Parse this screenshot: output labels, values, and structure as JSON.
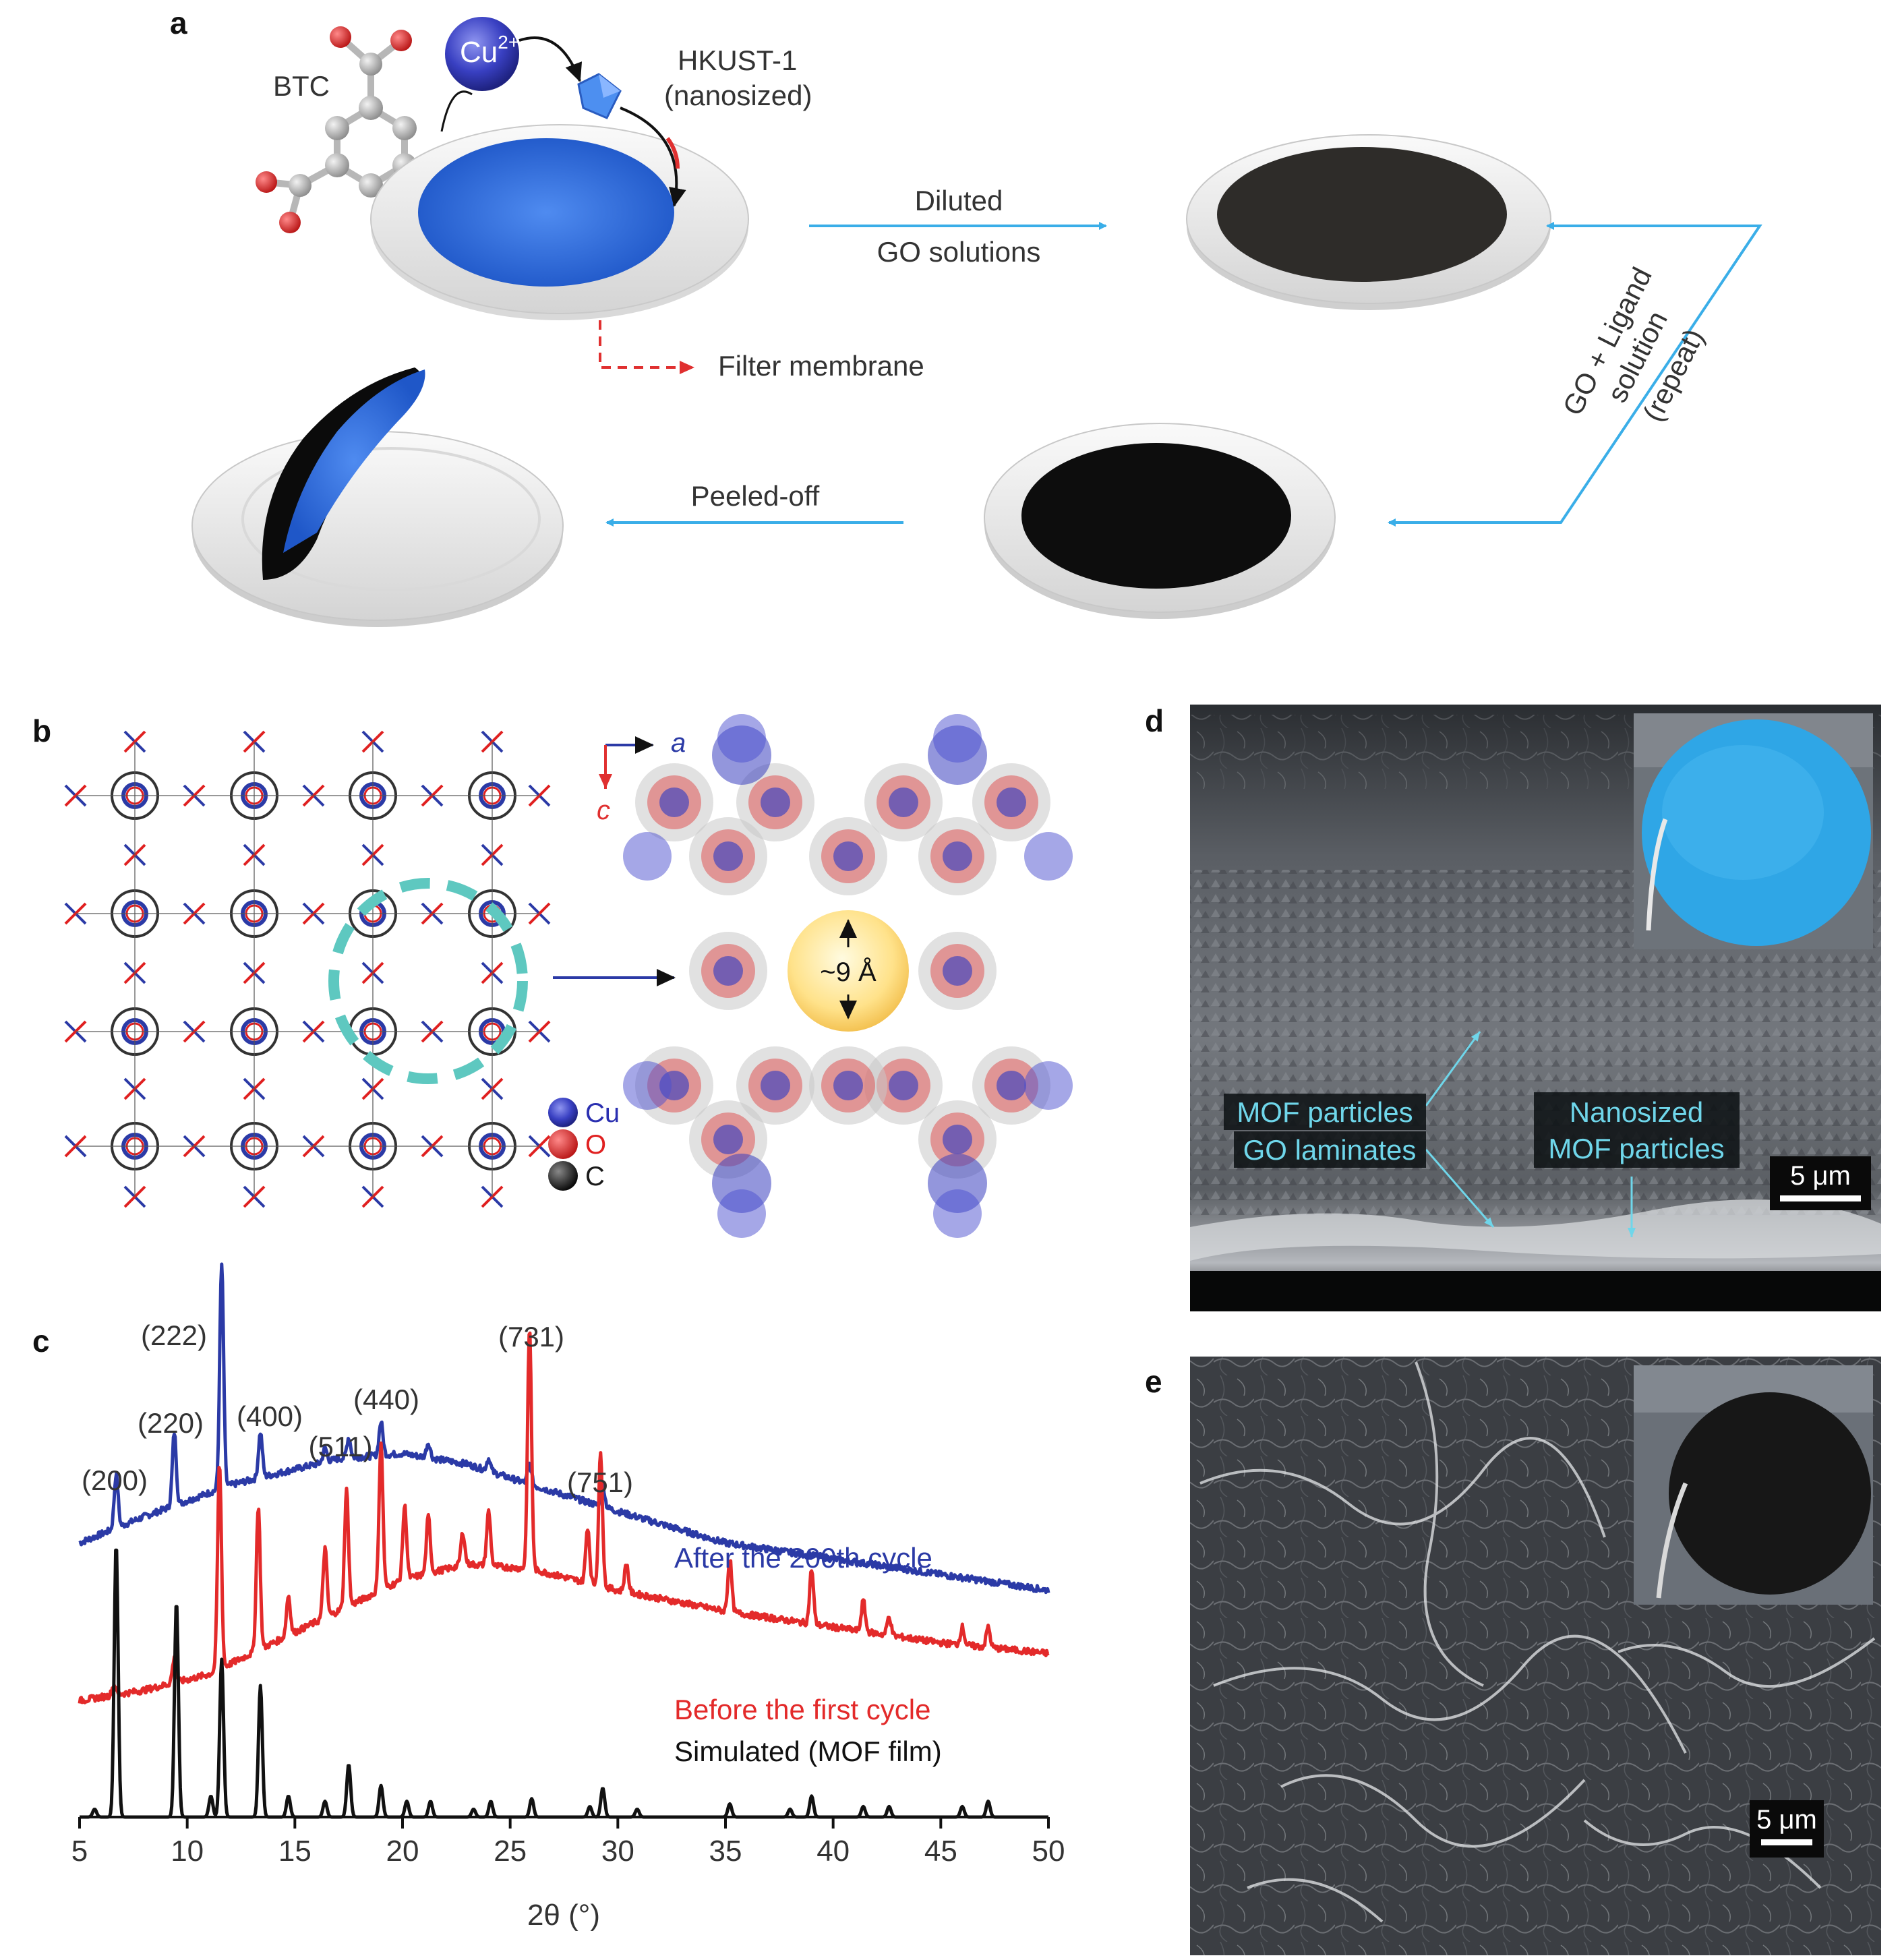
{
  "panels": {
    "a": {
      "letter": "a",
      "btc_label": "BTC",
      "cu_ion": "Cu",
      "cu_charge": "2+",
      "hkust_line1": "HKUST-1",
      "hkust_line2": "(nanosized)",
      "arrow1_top": "Diluted",
      "arrow1_bottom": "GO solutions",
      "filter_label": "Filter membrane",
      "repeat_line1": "GO + Ligand",
      "repeat_line2": "solution",
      "repeat_line3": "(repeat)",
      "peeled_label": "Peeled-off"
    },
    "b": {
      "letter": "b",
      "axis_a": "a",
      "axis_c": "c",
      "pore_size": "~9 Å",
      "legend": [
        {
          "label": "Cu",
          "color": "#2a2fb0"
        },
        {
          "label": "O",
          "color": "#e02020"
        },
        {
          "label": "C",
          "color": "#1a1a1a"
        }
      ]
    },
    "c": {
      "letter": "c",
      "peak_labels": [
        "(200)",
        "(220)",
        "(222)",
        "(400)",
        "(511)",
        "(440)",
        "(731)",
        "(751)"
      ]
    },
    "d": {
      "letter": "d",
      "annotation_1": "MOF particles",
      "annotation_2": "GO laminates",
      "annotation_3_line1": "Nanosized",
      "annotation_3_line2": "MOF particles",
      "scale_bar": "5 μm"
    },
    "e": {
      "letter": "e",
      "scale_bar": "5 μm"
    }
  },
  "colors": {
    "arrow_blue": "#3aaee8",
    "red_dashed": "#e03030",
    "cyan_annotation": "#6fd6ea",
    "teal_circle": "#5ec8c0",
    "film_blue": "#2d6fd8",
    "inset_blue": "#2fa6e6"
  },
  "chart_data": {
    "type": "line",
    "title": "",
    "xlabel": "2θ (°)",
    "ylabel": "",
    "xlim": [
      5,
      50
    ],
    "xticks": [
      5,
      10,
      15,
      20,
      25,
      30,
      35,
      40,
      45,
      50
    ],
    "grid": false,
    "series": [
      {
        "name": "After the 200th cycle",
        "color": "#2b3aa6",
        "baseline": [
          [
            5,
            0.47
          ],
          [
            8,
            0.52
          ],
          [
            12,
            0.58
          ],
          [
            17,
            0.63
          ],
          [
            20,
            0.64
          ],
          [
            23,
            0.62
          ],
          [
            26,
            0.58
          ],
          [
            30,
            0.53
          ],
          [
            35,
            0.47
          ],
          [
            40,
            0.44
          ],
          [
            45,
            0.41
          ],
          [
            50,
            0.38
          ]
        ],
        "peaks": [
          [
            6.7,
            0.6
          ],
          [
            9.4,
            0.68
          ],
          [
            11.6,
            1.0
          ],
          [
            13.4,
            0.68
          ],
          [
            16.4,
            0.65
          ],
          [
            17.5,
            0.67
          ],
          [
            19.0,
            0.7
          ],
          [
            21.2,
            0.66
          ],
          [
            24,
            0.63
          ],
          [
            25.9,
            0.62
          ],
          [
            29.3,
            0.58
          ]
        ]
      },
      {
        "name": "Before the first cycle",
        "color": "#e32a2a",
        "baseline": [
          [
            5,
            0.17
          ],
          [
            8,
            0.19
          ],
          [
            11,
            0.22
          ],
          [
            14,
            0.28
          ],
          [
            17,
            0.34
          ],
          [
            20,
            0.4
          ],
          [
            23,
            0.43
          ],
          [
            26,
            0.42
          ],
          [
            30,
            0.38
          ],
          [
            35,
            0.34
          ],
          [
            40,
            0.31
          ],
          [
            45,
            0.28
          ],
          [
            50,
            0.26
          ]
        ],
        "peaks": [
          [
            6.6,
            0.2
          ],
          [
            9.4,
            0.25
          ],
          [
            11.5,
            0.62
          ],
          [
            13.3,
            0.54
          ],
          [
            14.7,
            0.37
          ],
          [
            16.4,
            0.46
          ],
          [
            17.4,
            0.57
          ],
          [
            19.0,
            0.66
          ],
          [
            20.1,
            0.54
          ],
          [
            21.2,
            0.52
          ],
          [
            22.8,
            0.49
          ],
          [
            24.0,
            0.53
          ],
          [
            25.9,
            0.88
          ],
          [
            28.6,
            0.5
          ],
          [
            29.2,
            0.64
          ],
          [
            30.4,
            0.43
          ],
          [
            35.2,
            0.44
          ],
          [
            39.0,
            0.42
          ],
          [
            41.4,
            0.36
          ],
          [
            42.6,
            0.33
          ],
          [
            46.0,
            0.31
          ],
          [
            47.2,
            0.31
          ]
        ]
      },
      {
        "name": "Simulated (MOF film)",
        "color": "#111111",
        "baseline": [
          [
            5,
            0.0
          ],
          [
            50,
            0.0
          ]
        ],
        "peaks": [
          [
            5.7,
            0.015
          ],
          [
            6.7,
            0.52
          ],
          [
            9.5,
            0.41
          ],
          [
            11.1,
            0.04
          ],
          [
            11.6,
            0.3
          ],
          [
            13.4,
            0.25
          ],
          [
            14.7,
            0.04
          ],
          [
            16.4,
            0.03
          ],
          [
            17.5,
            0.1
          ],
          [
            19.0,
            0.06
          ],
          [
            20.2,
            0.03
          ],
          [
            21.3,
            0.03
          ],
          [
            23.3,
            0.015
          ],
          [
            24.1,
            0.03
          ],
          [
            26.0,
            0.035
          ],
          [
            28.7,
            0.02
          ],
          [
            29.3,
            0.055
          ],
          [
            30.9,
            0.015
          ],
          [
            35.2,
            0.025
          ],
          [
            38.0,
            0.015
          ],
          [
            39.0,
            0.04
          ],
          [
            41.4,
            0.02
          ],
          [
            42.6,
            0.02
          ],
          [
            46.0,
            0.02
          ],
          [
            47.2,
            0.03
          ]
        ]
      }
    ]
  }
}
